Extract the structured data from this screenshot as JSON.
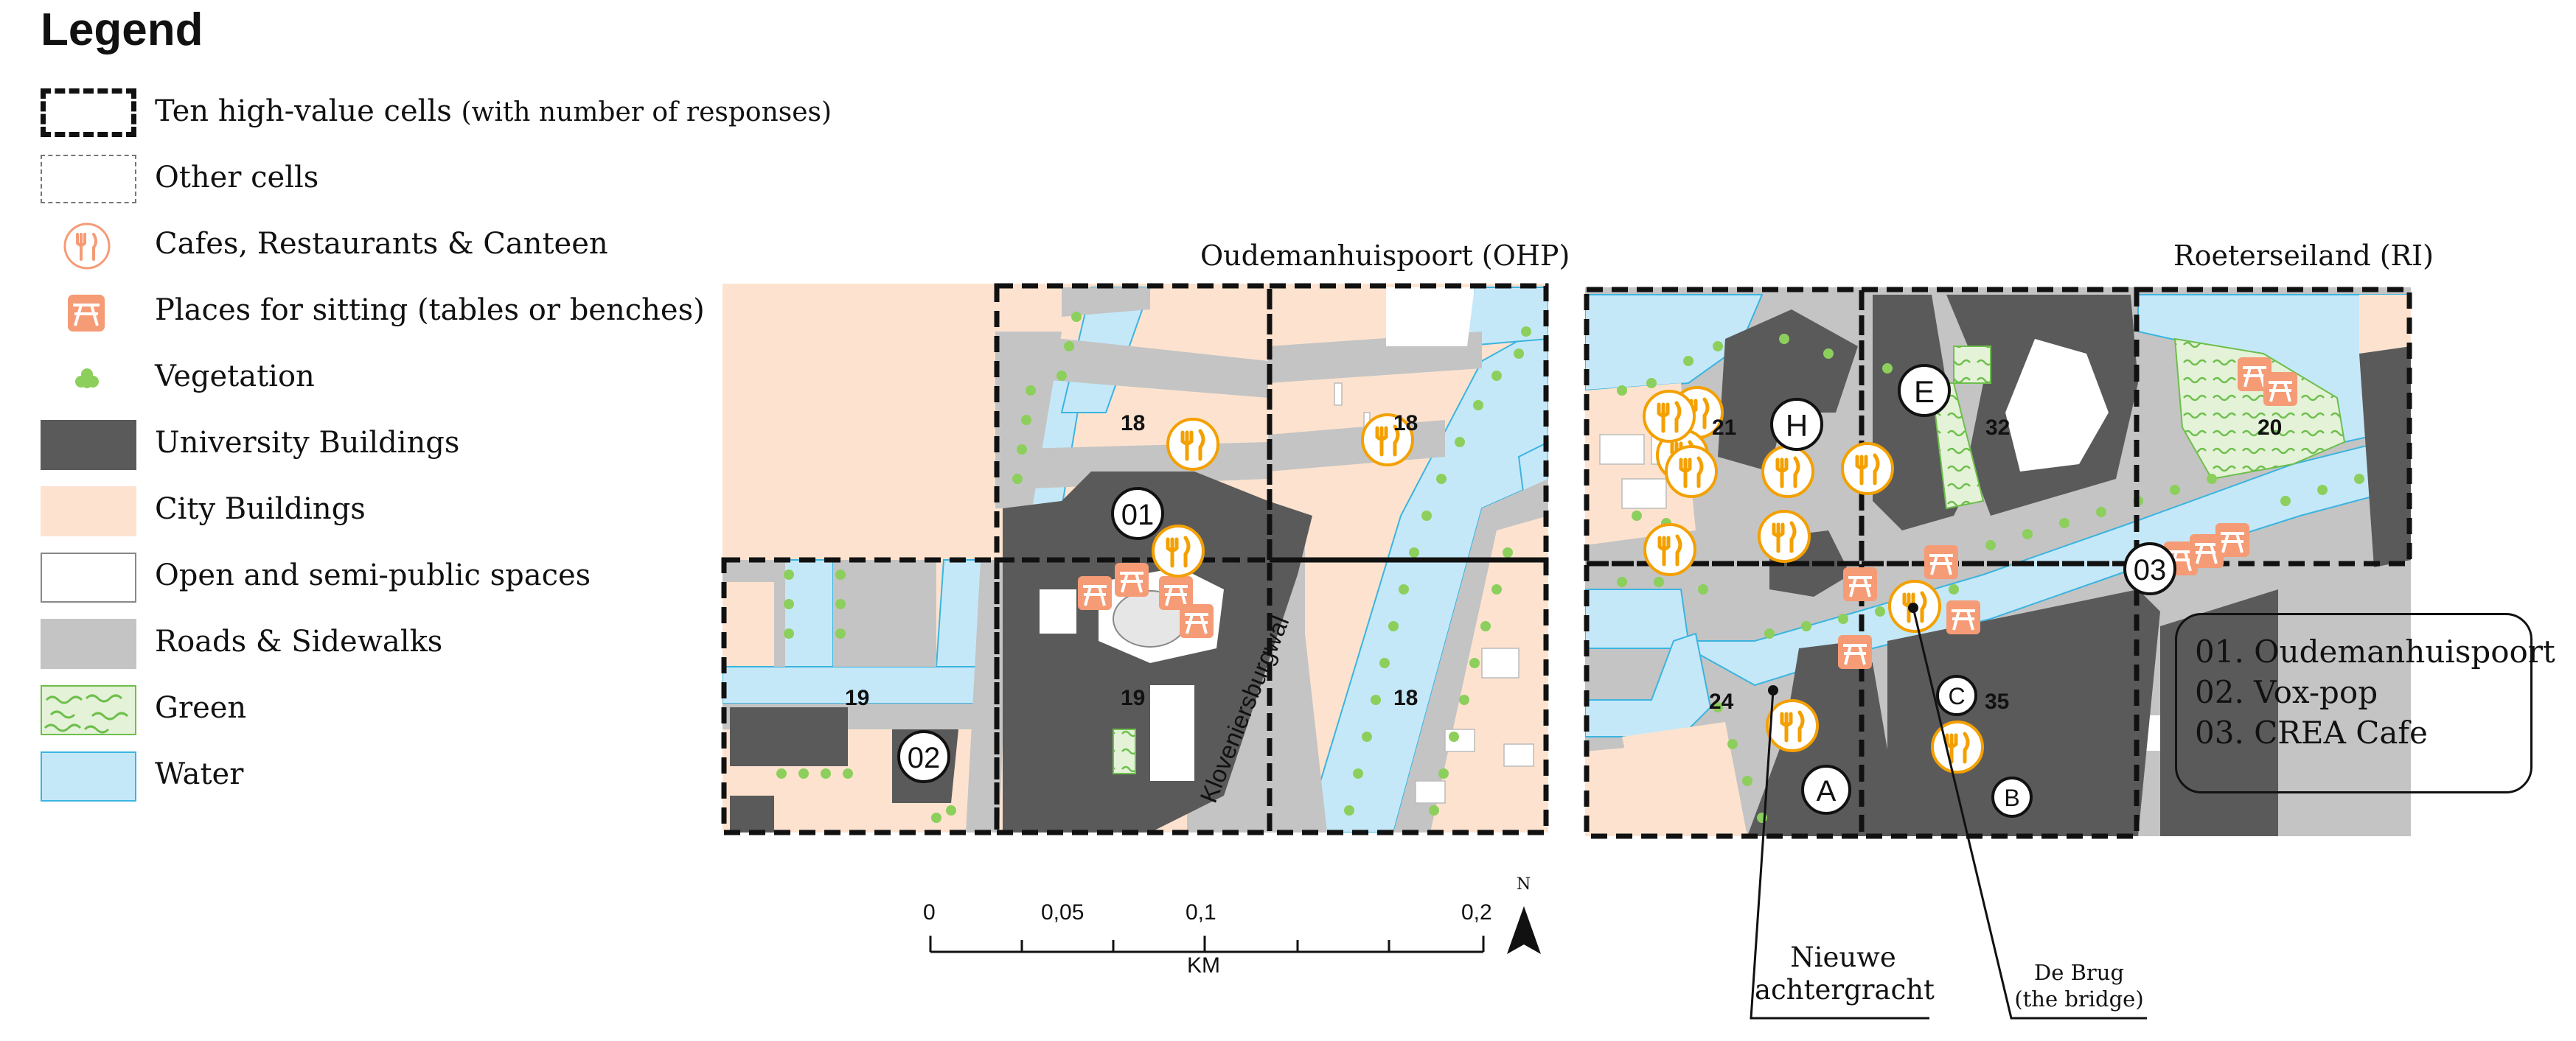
{
  "legend": {
    "title": "Legend",
    "items": [
      {
        "label": "Ten high-value cells",
        "note": "(with number of responses)"
      },
      {
        "label": "Other cells"
      },
      {
        "label": "Cafes, Restaurants & Canteen"
      },
      {
        "label": "Places for sitting (tables or benches)"
      },
      {
        "label": "Vegetation"
      },
      {
        "label": "University Buildings"
      },
      {
        "label": "City Buildings"
      },
      {
        "label": "Open and semi-public spaces"
      },
      {
        "label": "Roads & Sidewalks"
      },
      {
        "label": "Green"
      },
      {
        "label": "Water"
      }
    ]
  },
  "colors": {
    "university": "#5a5a5a",
    "city": "#fde3cf",
    "open": "#ffffff",
    "road": "#c4c4c4",
    "green": "#e4f2d8",
    "green_pattern": "#6dbf4b",
    "water": "#c5e8f8",
    "water_edge": "#3bb4e0",
    "cafe": "#f3a000",
    "seat": "#f59b76",
    "vegetation": "#8ccf5c"
  },
  "areas": {
    "ohp": "Oudemanhuispoort (OHP)",
    "ri": "Roeterseiland (RI)"
  },
  "cells": [
    {
      "count": "18"
    },
    {
      "count": "18"
    },
    {
      "count": "19"
    },
    {
      "count": "19"
    },
    {
      "count": "18"
    },
    {
      "count": "21"
    },
    {
      "count": "32"
    },
    {
      "count": "20"
    },
    {
      "count": "24"
    },
    {
      "count": "35"
    }
  ],
  "markers": {
    "num_01": "01",
    "num_02": "02",
    "num_03": "03",
    "letter_a": "A",
    "letter_b": "B",
    "letter_c": "C",
    "letter_e": "E",
    "letter_h": "H"
  },
  "street": "Kloveniersburgwal",
  "places": [
    {
      "label": "01. Oudemanhuispoort"
    },
    {
      "label": "02. Vox-pop"
    },
    {
      "label": "03. CREA Cafe"
    }
  ],
  "scale": {
    "ticks": [
      "0",
      "0,05",
      "0,1",
      "0,2"
    ],
    "unit": "KM",
    "north": "N"
  },
  "callouts": {
    "nieuwe_line1": "Nieuwe",
    "nieuwe_line2": "achtergracht",
    "brug_line1": "De Brug",
    "brug_line2": "(the bridge)"
  }
}
